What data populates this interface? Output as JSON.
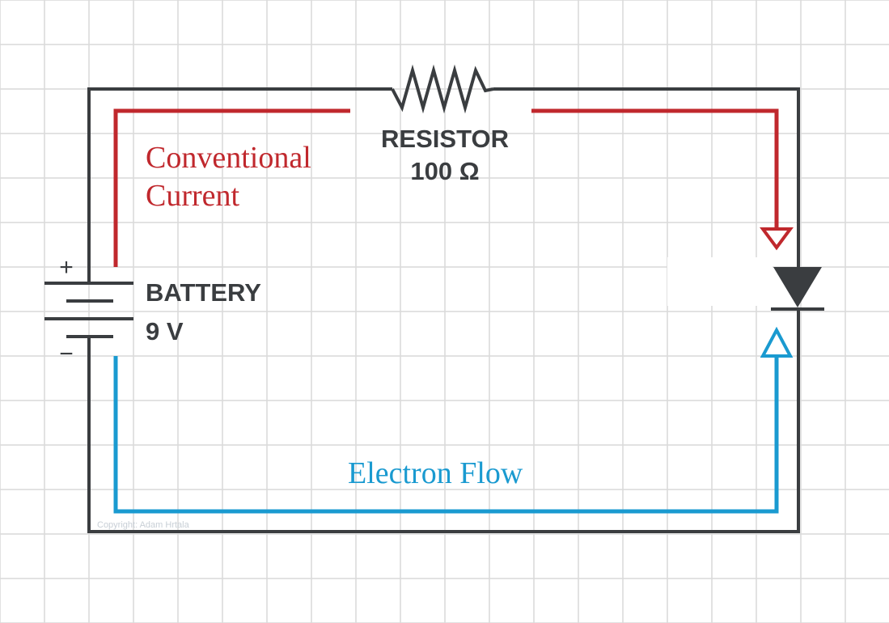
{
  "labels": {
    "resistor": "RESISTOR",
    "resistance": "100 Ω",
    "battery": "BATTERY",
    "voltage": "9 V",
    "conventional_line1": "Conventional",
    "conventional_line2": "Current",
    "electron_flow": "Electron Flow",
    "plus": "+",
    "minus": "−",
    "watermark": "Copyright: Adam Hrtala"
  },
  "colors": {
    "wire": "#3a3d40",
    "conventional": "#c0282d",
    "electron": "#1a9ad0",
    "grid": "#d9d9d9"
  }
}
